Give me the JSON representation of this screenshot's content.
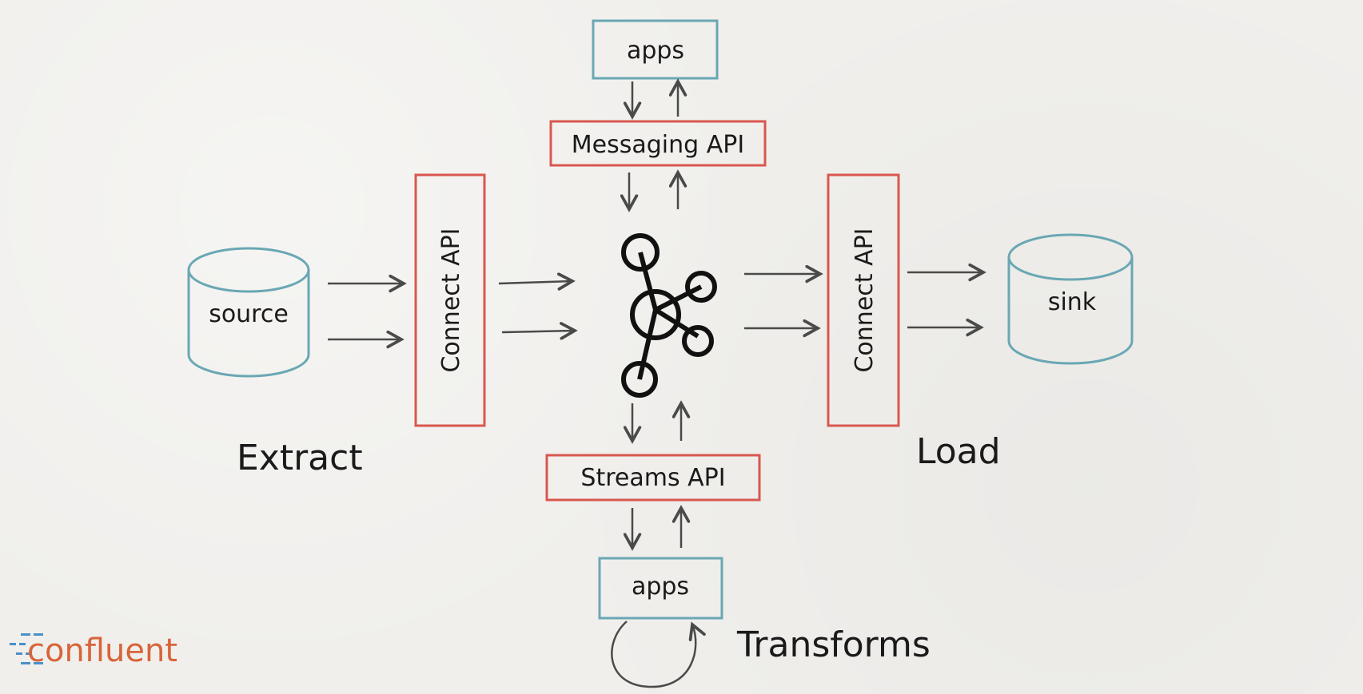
{
  "nodes": {
    "apps_top": "apps",
    "messaging_api": "Messaging API",
    "connect_api_left": "Connect API",
    "connect_api_right": "Connect API",
    "source": "source",
    "sink": "sink",
    "streams_api": "Streams API",
    "apps_bottom": "apps"
  },
  "stages": {
    "extract": "Extract",
    "load": "Load",
    "transforms": "Transforms"
  },
  "logo": {
    "text": "confluent",
    "color": "#d9643a",
    "accent_color": "#4a90c8"
  },
  "colors": {
    "api_box": "#d9574f",
    "store_box": "#6aa7b4",
    "arrow": "#4a4a4a",
    "hub": "#111111"
  }
}
